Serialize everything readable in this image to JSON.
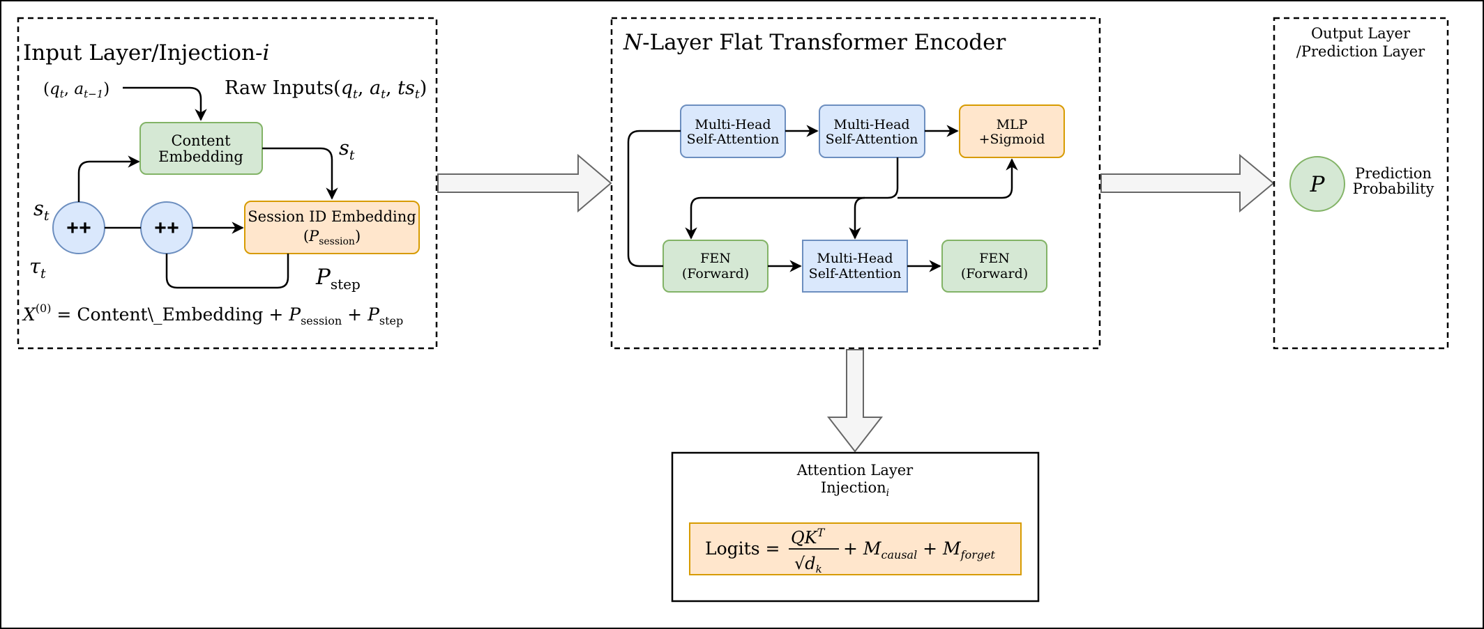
{
  "input_panel": {
    "title": "Input Layer/Injection-",
    "title_var": "i",
    "input_pair_open": "(",
    "input_q": "q",
    "input_sub_t": "t",
    "input_comma": ", ",
    "input_a": "a",
    "input_sub_tm1": "t−1",
    "input_pair_close": ")",
    "raw_inputs_label": "Raw Inputs(",
    "raw_q": "q",
    "raw_sub_t": "t",
    "raw_sep1": ", ",
    "raw_a": "a",
    "raw_sep2": ", ",
    "raw_ts": "ts",
    "raw_close": ")",
    "content_line1": "Content",
    "content_line2": "Embedding",
    "session_line1": "Session ID Embedding",
    "session_open": "(",
    "session_P": "P",
    "session_sub": "session",
    "session_close": ")",
    "s_var": "s",
    "s_sub": "t",
    "tau_var": "τ",
    "tau_sub": "t",
    "concat1": "++",
    "concat2": "++",
    "pstep_var": "P",
    "pstep_sub": "step",
    "formula_X": "X",
    "formula_sup": "(0)",
    "formula_eq": " = Content\\_Embedding + ",
    "formula_P1": "P",
    "formula_P1_sub": "session",
    "formula_plus": " + ",
    "formula_P2": "P",
    "formula_P2_sub": "step"
  },
  "encoder_panel": {
    "title_var": "N",
    "title": "-Layer Flat Transformer Encoder",
    "mhsa1_line1": "Multi-Head",
    "mhsa1_line2": "Self-Attention",
    "mhsa2_line1": "Multi-Head",
    "mhsa2_line2": "Self-Attention",
    "mlp_line1": "MLP",
    "mlp_line2": "+Sigmoid",
    "fen1_line1": "FEN",
    "fen1_line2": "(Forward)",
    "mhsa3_line1": "Multi-Head",
    "mhsa3_line2": "Self-Attention",
    "fen2_line1": "FEN",
    "fen2_line2": "(Forward)"
  },
  "output_panel": {
    "title_line1": "Output Layer",
    "title_line2": "/Prediction Layer",
    "p_symbol": "P",
    "pred_line1": "Prediction",
    "pred_line2": "Probability"
  },
  "attention_panel": {
    "title_line1": "Attention Layer",
    "title_line2": "Injection",
    "title_sub": "i",
    "logits_label": "Logits = ",
    "frac_num_Q": "QK",
    "frac_num_sup": "T",
    "frac_den_sqrt": "√",
    "frac_den_d": "d",
    "frac_den_sub": "k",
    "plus1": " + ",
    "m_causal": "M",
    "m_causal_sub": "causal",
    "plus2": " + ",
    "m_forget": "M",
    "m_forget_sub": "forget"
  },
  "colors": {
    "green_fill": "#d5e8d4",
    "green_stroke": "#82b366",
    "blue_fill": "#dae8fc",
    "blue_stroke": "#6c8ebf",
    "orange_fill": "#ffe6cc",
    "orange_stroke": "#d79b00",
    "arrow_fill": "#f5f5f5",
    "arrow_stroke": "#666666"
  }
}
